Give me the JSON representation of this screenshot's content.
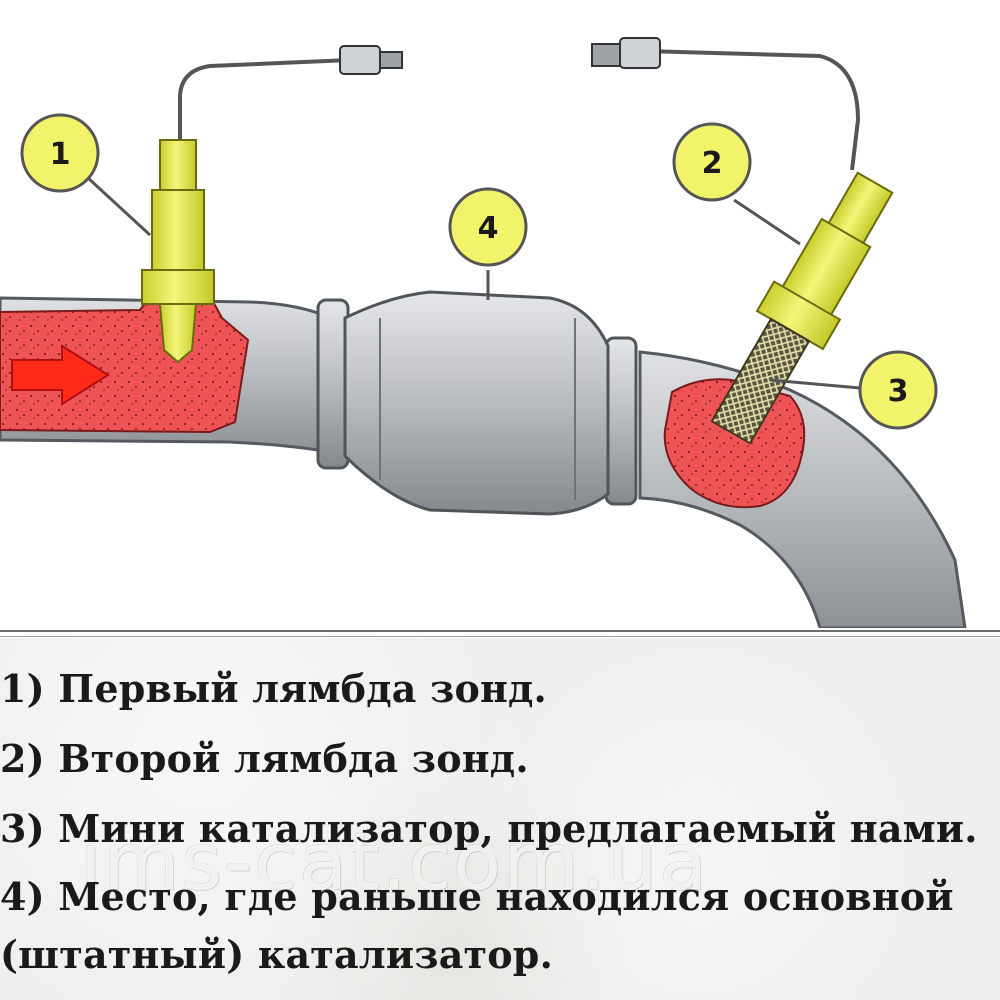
{
  "diagram": {
    "callouts": [
      "1",
      "2",
      "3",
      "4"
    ],
    "colors": {
      "exhaust_gas": "#e8474a",
      "sensor": "#eef05a",
      "callout_fill": "#f1f36a",
      "pipe": "#b9bcc0",
      "arrow": "#ff2a1a"
    }
  },
  "legend": {
    "items": [
      "1) Первый лямбда зонд.",
      "2) Второй лямбда зонд.",
      "3) Мини катализатор, предлагаемый нами.",
      "4) Место, где раньше находился основной",
      "(штатный) катализатор."
    ],
    "watermark": "ims-cat.com.ua"
  }
}
